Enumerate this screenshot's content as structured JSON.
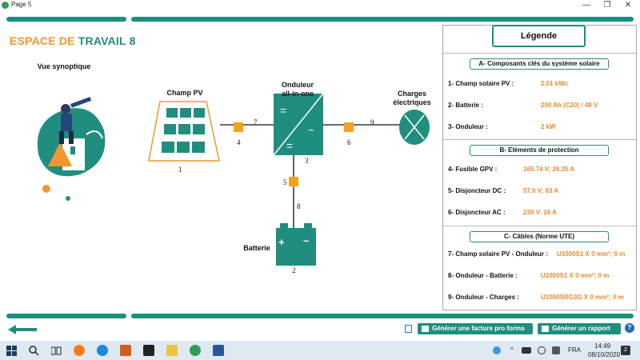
{
  "window": {
    "title": "Page 5"
  },
  "page": {
    "title_part1": "ESPACE DE",
    "title_part2": "TRAVAIL 8",
    "view_label": "Vue synoptique"
  },
  "diagram": {
    "pv_label": "Champ PV",
    "inverter_label_l1": "Onduleur",
    "inverter_label_l2": "all-in-one",
    "loads_label_l1": "Charges",
    "loads_label_l2": "électriques",
    "battery_label": "Batterie",
    "numbers": {
      "n1": "1",
      "n2": "2",
      "n3": "3",
      "n4": "4",
      "n5": "5",
      "n6": "6",
      "n7": "7",
      "n8": "8",
      "n9": "9"
    }
  },
  "legend": {
    "button": "Légende",
    "sections": [
      {
        "header": "A- Composants clés du système solaire",
        "rows": [
          {
            "label": "1- Champ solaire PV :",
            "value": "2.01 kWc"
          },
          {
            "label": "2- Batterie :",
            "value": "200 Ah (C20) / 48 V"
          },
          {
            "label": "3- Onduleur :",
            "value": "2 kW"
          }
        ]
      },
      {
        "header": "B- Eléments de protection",
        "rows": [
          {
            "label": "4- Fusible GPV :",
            "value": "165.74 V; 26.35 A"
          },
          {
            "label": "5- Disjoncteur DC :",
            "value": "57.6 V; 63 A"
          },
          {
            "label": "6- Disjoncteur AC :",
            "value": "230 V; 16 A"
          }
        ]
      },
      {
        "header": "C- Câbles (Norme UTE)",
        "rows": [
          {
            "label": "7- Champ solaire PV - Onduleur :",
            "value": "U1000S1 X 0 mm²; 0 m"
          },
          {
            "label": "8- Onduleur - Batterie :",
            "value": "U1000S1 X 0 mm²; 0 m"
          },
          {
            "label": "9- Onduleur - Charges :",
            "value": "U1000SRG3G X 0 mm²; 0 m"
          }
        ]
      }
    ]
  },
  "actions": {
    "invoice": "Générer une facture pro forma",
    "report": "Générer un rapport",
    "help": "?"
  },
  "taskbar": {
    "lang": "FRA",
    "time": "14:49",
    "date": "08/10/2020",
    "notif_count": "2"
  },
  "colors": {
    "accent_green": "#1f8e7f",
    "accent_orange": "#f2962e",
    "breaker_orange": "#f7a21b"
  }
}
